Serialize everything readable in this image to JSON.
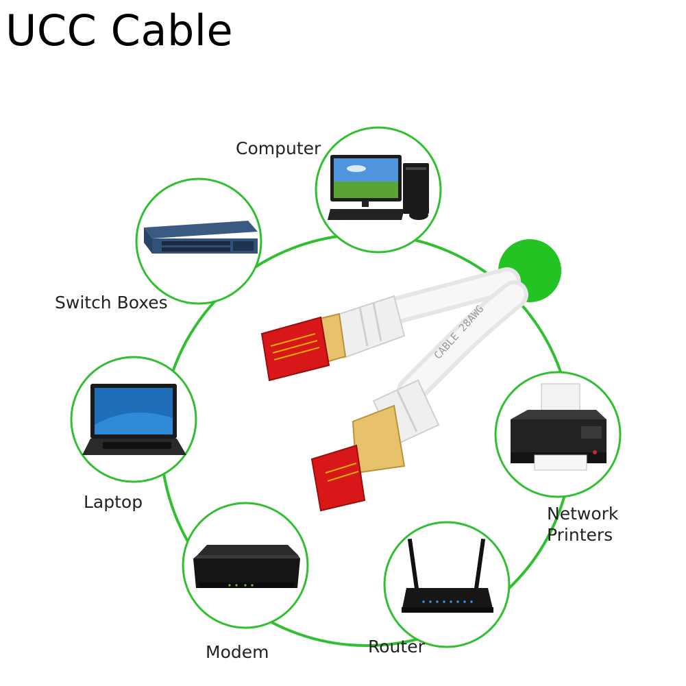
{
  "title": "UCC Cable",
  "accent_color": "#2fbf2f",
  "devices": [
    {
      "id": "computer",
      "label": "Computer",
      "icon": "desktop-computer-icon"
    },
    {
      "id": "switch",
      "label": "Switch Boxes",
      "icon": "network-switch-icon"
    },
    {
      "id": "laptop",
      "label": "Laptop",
      "icon": "laptop-icon"
    },
    {
      "id": "modem",
      "label": "Modem",
      "icon": "modem-icon"
    },
    {
      "id": "router",
      "label": "Router",
      "icon": "router-icon"
    },
    {
      "id": "printer",
      "label_lines": [
        "Network",
        "Printers"
      ],
      "icon": "printer-icon"
    }
  ],
  "hub": {
    "icon": "green-hub-dot"
  },
  "cable": {
    "icon": "ethernet-cable-icon",
    "printed_text": "CABLE 28AWG"
  }
}
